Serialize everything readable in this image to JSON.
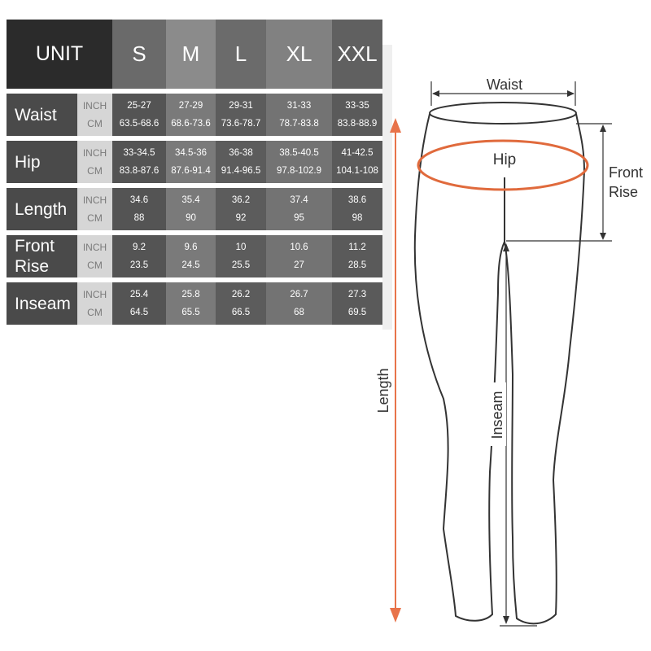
{
  "header": {
    "unit_label": "UNIT",
    "sizes": [
      "S",
      "M",
      "L",
      "XL",
      "XXL"
    ]
  },
  "unit_labels": {
    "inch": "INCH",
    "cm": "CM"
  },
  "measurements": [
    {
      "label": "Waist",
      "inch": [
        "25-27",
        "27-29",
        "29-31",
        "31-33",
        "33-35"
      ],
      "cm": [
        "63.5-68.6",
        "68.6-73.6",
        "73.6-78.7",
        "78.7-83.8",
        "83.8-88.9"
      ]
    },
    {
      "label": "Hip",
      "inch": [
        "33-34.5",
        "34.5-36",
        "36-38",
        "38.5-40.5",
        "41-42.5"
      ],
      "cm": [
        "83.8-87.6",
        "87.6-91.4",
        "91.4-96.5",
        "97.8-102.9",
        "104.1-108"
      ]
    },
    {
      "label": "Length",
      "inch": [
        "34.6",
        "35.4",
        "36.2",
        "37.4",
        "38.6"
      ],
      "cm": [
        "88",
        "90",
        "92",
        "95",
        "98"
      ]
    },
    {
      "label_line1": "Front",
      "label_line2": "Rise",
      "inch": [
        "9.2",
        "9.6",
        "10",
        "10.6",
        "11.2"
      ],
      "cm": [
        "23.5",
        "24.5",
        "25.5",
        "27",
        "28.5"
      ]
    },
    {
      "label": "Inseam",
      "inch": [
        "25.4",
        "25.8",
        "26.2",
        "26.7",
        "27.3"
      ],
      "cm": [
        "64.5",
        "65.5",
        "66.5",
        "68",
        "69.5"
      ]
    }
  ],
  "diagram": {
    "waist_label": "Waist",
    "hip_label": "Hip",
    "front_rise_line1": "Front",
    "front_rise_line2": "Rise",
    "length_label": "Length",
    "inseam_label": "Inseam"
  },
  "colors": {
    "length_arrow": "#e8734a",
    "hip_ellipse": "#e06a3c",
    "outline": "#333333"
  }
}
